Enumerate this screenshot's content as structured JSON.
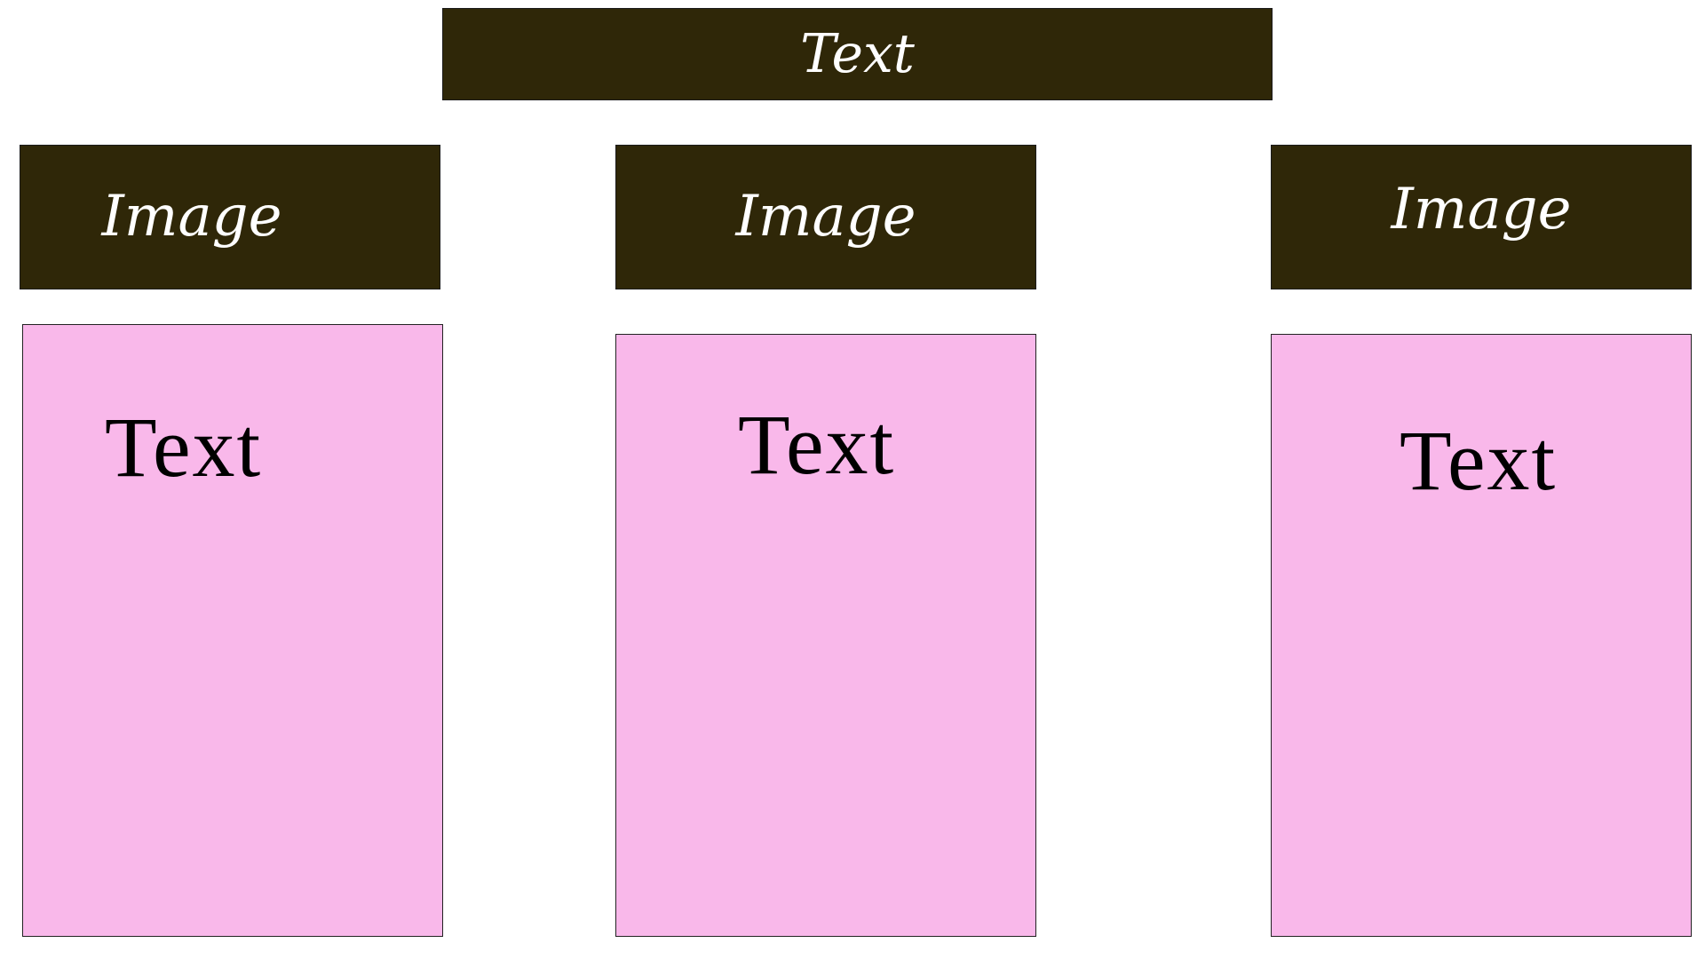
{
  "header": {
    "title": "Text"
  },
  "columns": [
    {
      "image_label": "Image",
      "text_label": "Text"
    },
    {
      "image_label": "Image",
      "text_label": "Text"
    },
    {
      "image_label": "Image",
      "text_label": "Text"
    }
  ],
  "colors": {
    "dark_box": "#2f2708",
    "pink_box": "#f9b8ea",
    "background": "#ffffff"
  }
}
